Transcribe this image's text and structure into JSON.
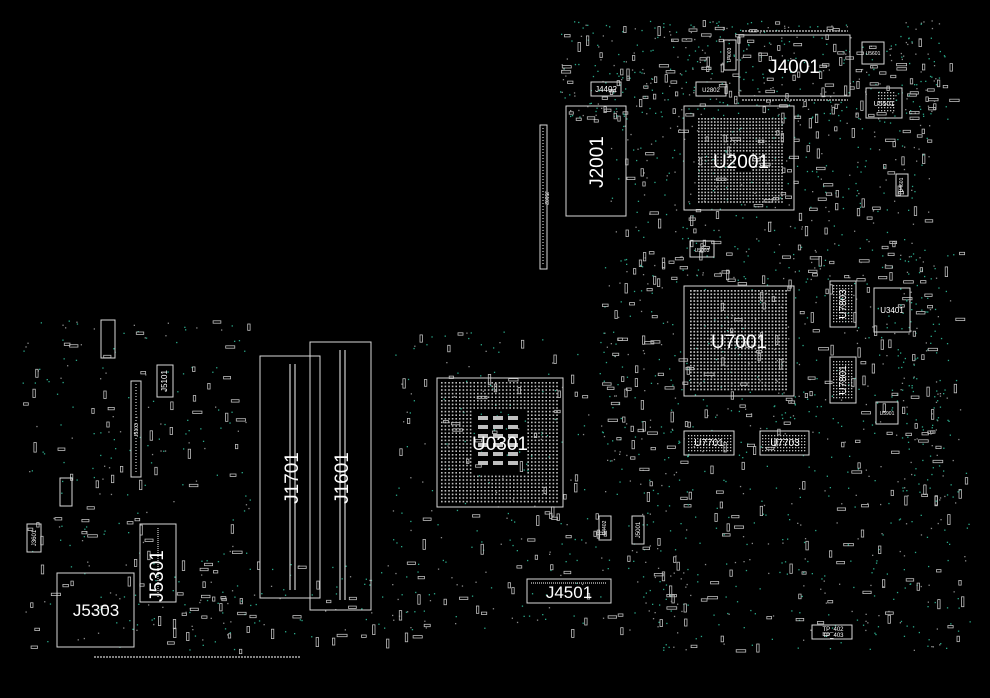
{
  "view": {
    "background": "#000000",
    "outline_color": "#d8d8d8",
    "pad_color": "#bfbfbf",
    "via_color": "#2aa889",
    "text_color": "#ffffff"
  },
  "components": {
    "J4001": "J4001",
    "U2001": "U2001",
    "J2001": "J2001",
    "U7001": "U7001",
    "U0301": "U0301",
    "J1701": "J1701",
    "J1601": "J1601",
    "J5301": "J5301",
    "J5303": "J5303",
    "J4501": "J4501",
    "U7701": "U7701",
    "U7703": "U7703",
    "U7803": "U7803",
    "U7801": "U7801",
    "U3401": "U3401",
    "J4402": "J4402",
    "U2802": "U2802",
    "U5501": "U5501",
    "U5601": "U5601",
    "U5901": "U5901",
    "J5101": "J5101",
    "J5103": "J5103",
    "J5102": "J5102",
    "J3601": "J3601",
    "J5001": "J5001",
    "C4402": "C4402",
    "U4003": "U4003",
    "U5003": "U5003",
    "U4601": "U4601",
    "TP_402": "TP_402",
    "TP_403": "TP_403"
  }
}
